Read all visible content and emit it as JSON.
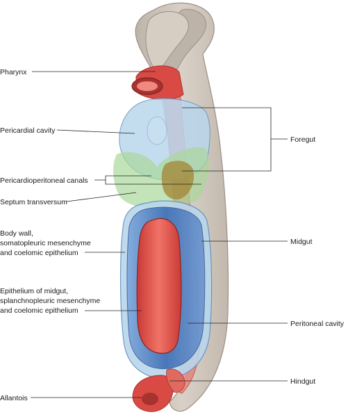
{
  "labels": {
    "pharynx": "Pharynx",
    "pericardial_cavity": "Pericardial cavity",
    "pericardioperitoneal_canals": "Pericardioperitoneal canals",
    "septum_transversum": "Septum transversum",
    "body_wall": [
      "Body wall,",
      "somatopleuric mesenchyme",
      "and coelomic epithelium"
    ],
    "epithelium_midgut": [
      "Epithelium of midgut,",
      "splanchnopleuric mesenchyme",
      "and coelomic epithelium"
    ],
    "allantois": "Allantois",
    "foregut": "Foregut",
    "midgut": "Midgut",
    "peritoneal_cavity": "Peritoneal cavity",
    "hindgut": "Hindgut"
  },
  "colors": {
    "embryo_body": "#cfc6bd",
    "embryo_outline": "#9a8f85",
    "gut_red": "#d94a45",
    "gut_red_light": "#ef6b62",
    "pericardial_blue": "#b9d6ec",
    "coelom_blue": "#5b86c6",
    "canal_green": "#a9d79a",
    "septum_tan": "#a48a3a"
  }
}
